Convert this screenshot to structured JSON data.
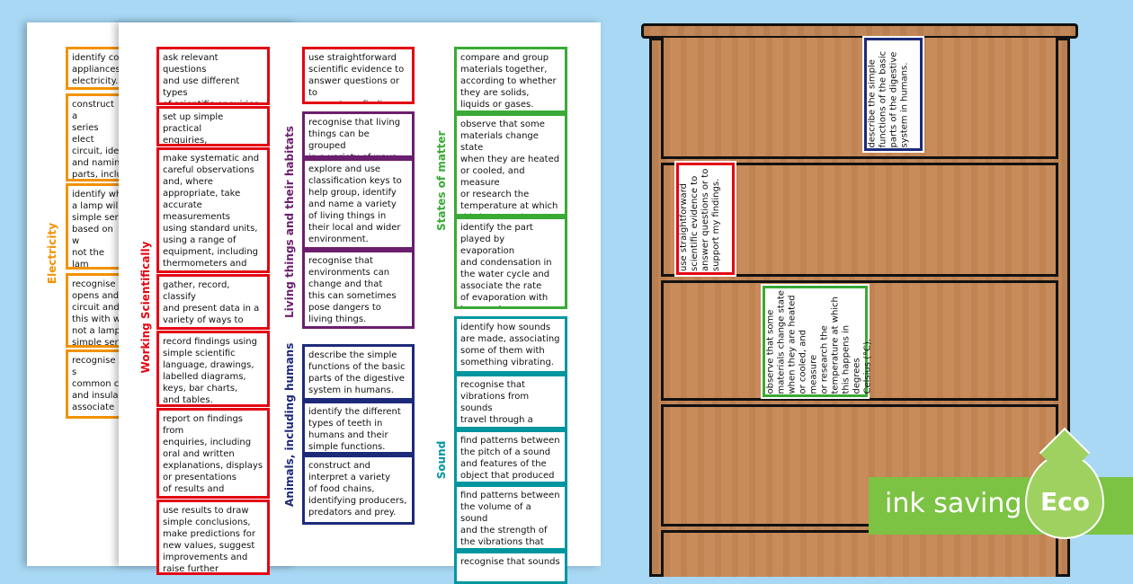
{
  "colors": {
    "background": "#a8d8f4",
    "electricity": "#f39200",
    "working": "#e30613",
    "living": "#6b1f6e",
    "animals": "#1d2a7a",
    "states": "#3aaa35",
    "sound": "#0096a0",
    "eco": "#7cc243"
  },
  "back_page": {
    "label": "Electricity",
    "cards": [
      "identify co\nappliances\nelectricity.",
      "construct a\nseries elect\ncircuit, ide\nand namin\nparts, inclu\nwires, bulb\nand buzzer",
      "identify wh\na lamp will\nsimple seri\nbased on w\nnot the lam\na complete\na battery.",
      "recognise t\nopens and\ncircuit and\nthis with w\nnot a lamp\nsimple seri",
      "recognise s\ncommon c\nand insulat\nassociate m\nbeing good"
    ]
  },
  "front_page": {
    "working": {
      "label": "Working Scientifically",
      "cards": [
        "ask relevant questions\nand use different types\nof scientific enquiries\nto answer them.",
        "set up simple practical\nenquiries, comparative\nand fair tests.",
        "make systematic and\ncareful observations\nand, where\nappropriate, take\naccurate measurements\nusing standard units,\nusing a range of\nequipment, including\nthermometers and\ndata loggers.",
        "gather, record, classify\nand present data in a\nvariety of ways to help\nin answering questions.",
        "record findings using\nsimple scientific\nlanguage, drawings,\nlabelled diagrams,\nkeys, bar charts,\nand tables.",
        "report on findings from\nenquiries, including\noral and written\nexplanations, displays\nor presentations\nof results and\nconclusions.",
        "use results to draw\nsimple conclusions,\nmake predictions for\nnew values, suggest\nimprovements and\nraise further questions."
      ]
    },
    "working_extra": "use straightforward\nscientific evidence to\nanswer questions or to\nsupport my findings.",
    "living": {
      "label": "Living things and their habitats",
      "cards": [
        "recognise that living\nthings can be grouped\nin a variety of ways.",
        "explore and use\nclassification keys to\nhelp group, identify\nand name a variety\nof living things in\ntheir local and wider\nenvironment.",
        "recognise that\nenvironments can\nchange and that\nthis can sometimes\npose dangers to\nliving things."
      ]
    },
    "animals": {
      "label": "Animals, including humans",
      "cards": [
        "describe the simple\nfunctions of the basic\nparts of the digestive\nsystem in humans.",
        "identify the different\ntypes of teeth in\nhumans and their\nsimple functions.",
        "construct and\ninterpret a variety\nof food chains,\nidentifying producers,\npredators and prey."
      ]
    },
    "states": {
      "label": "States of matter",
      "cards": [
        "compare and group\nmaterials together,\naccording to whether\nthey are solids,\nliquids or gases.",
        "observe that some\nmaterials change state\nwhen they are heated\nor cooled, and measure\nor research the\ntemperature at which\nthis happens in degrees\nCelsius (°C).",
        "identify the part\nplayed by evaporation\nand condensation in\nthe water cycle and\nassociate the rate\nof evaporation with\ntemperature."
      ]
    },
    "sound": {
      "label": "Sound",
      "cards": [
        "identify how sounds\nare made, associating\nsome of them with\nsomething vibrating.",
        "recognise that\nvibrations from sounds\ntravel through a\nmedium to the ear.",
        "find patterns between\nthe pitch of a sound\nand features of the\nobject that produced it.",
        "find patterns between\nthe volume of a sound\nand the strength of\nthe vibrations that\nproduced it.",
        "recognise that sounds"
      ]
    }
  },
  "bookshelf": {
    "cards": [
      "describe the simple\nfunctions of the basic\nparts of the digestive\nsystem in humans.",
      "use straightforward\nscientific evidence to\nanswer questions or to\nsupport my findings.",
      "observe that some\nmaterials change state\nwhen they are heated\nor cooled, and measure\nor research the\ntemperature at which\nthis happens in degrees\nCelsius (°C)."
    ]
  },
  "badge": {
    "text": "ink saving",
    "eco": "Eco"
  }
}
